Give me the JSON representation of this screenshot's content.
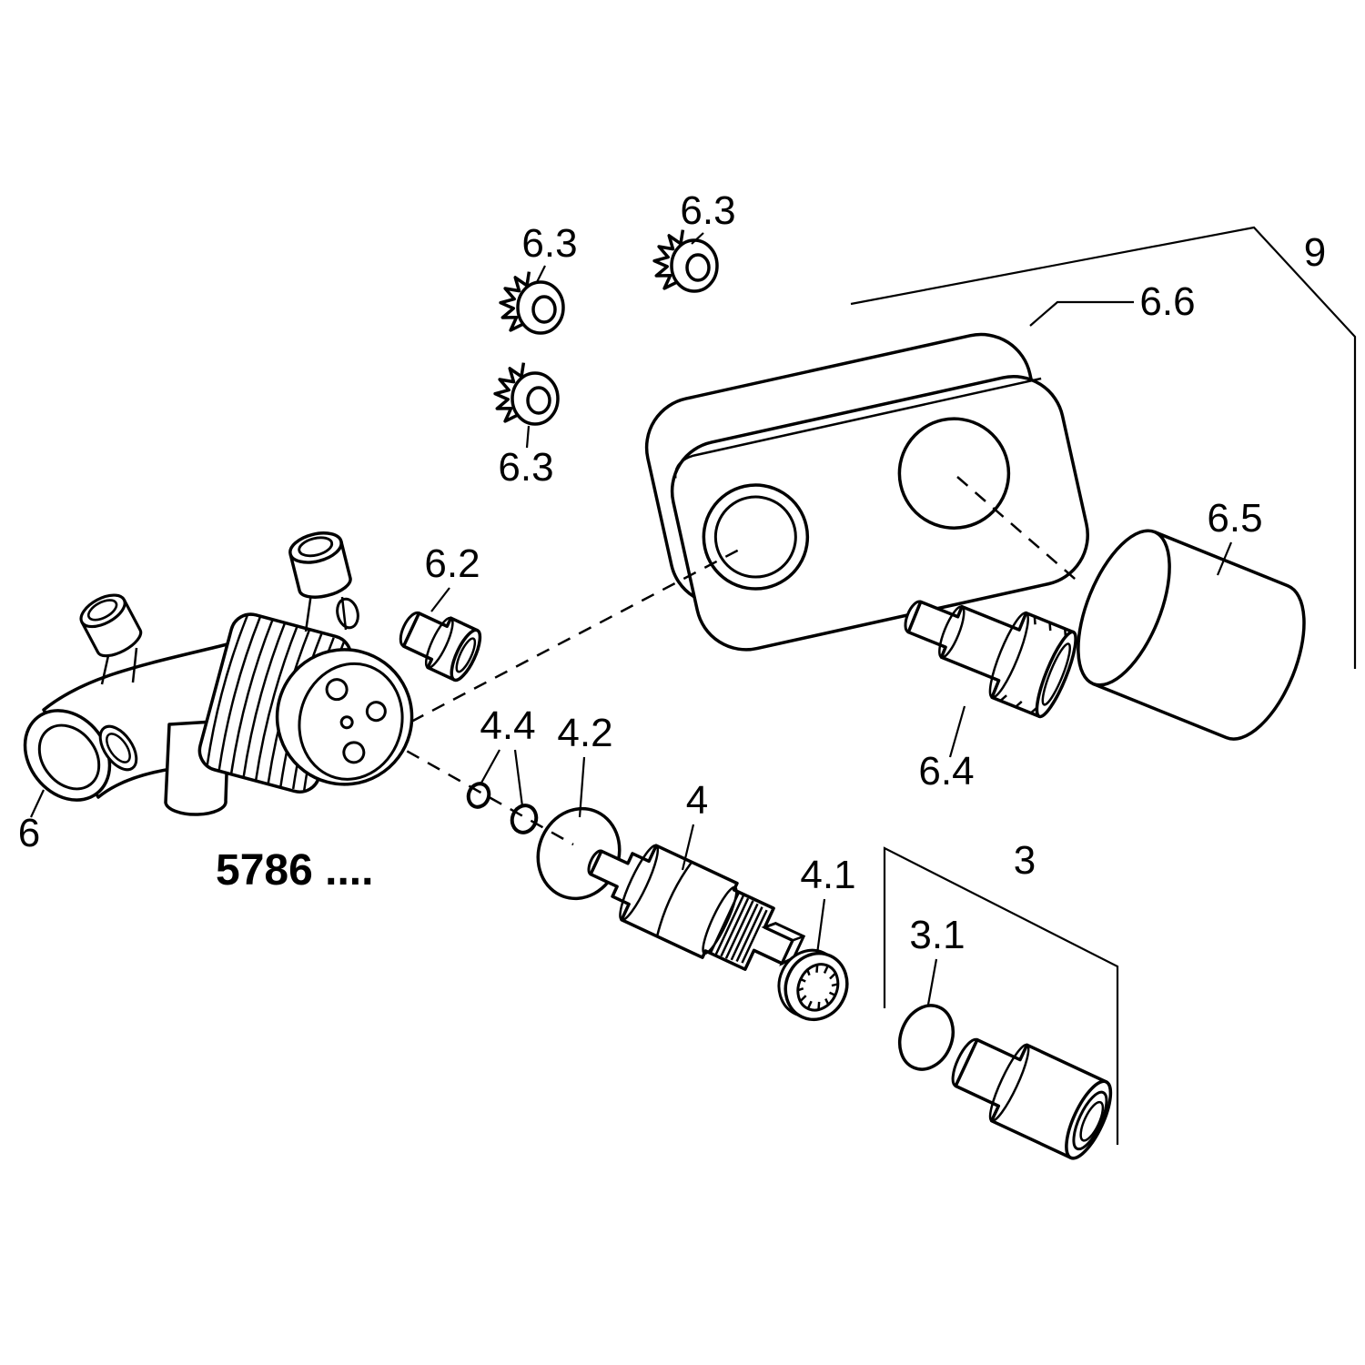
{
  "page": {
    "background": "#ffffff",
    "line_color": "#000000"
  },
  "diagram": {
    "kind": "exploded-parts-diagram",
    "model_number": "5786 ....",
    "labels": {
      "p9": "9",
      "p6_6": "6.6",
      "p6_5": "6.5",
      "p6_4": "6.4",
      "p6_3_top": "6.3",
      "p6_3_mid": "6.3",
      "p6_3_low": "6.3",
      "p6_2": "6.2",
      "p6": "6",
      "p4_4": "4.4",
      "p4_2": "4.2",
      "p4": "4",
      "p4_1": "4.1",
      "p3_1": "3.1",
      "p3": "3"
    }
  }
}
